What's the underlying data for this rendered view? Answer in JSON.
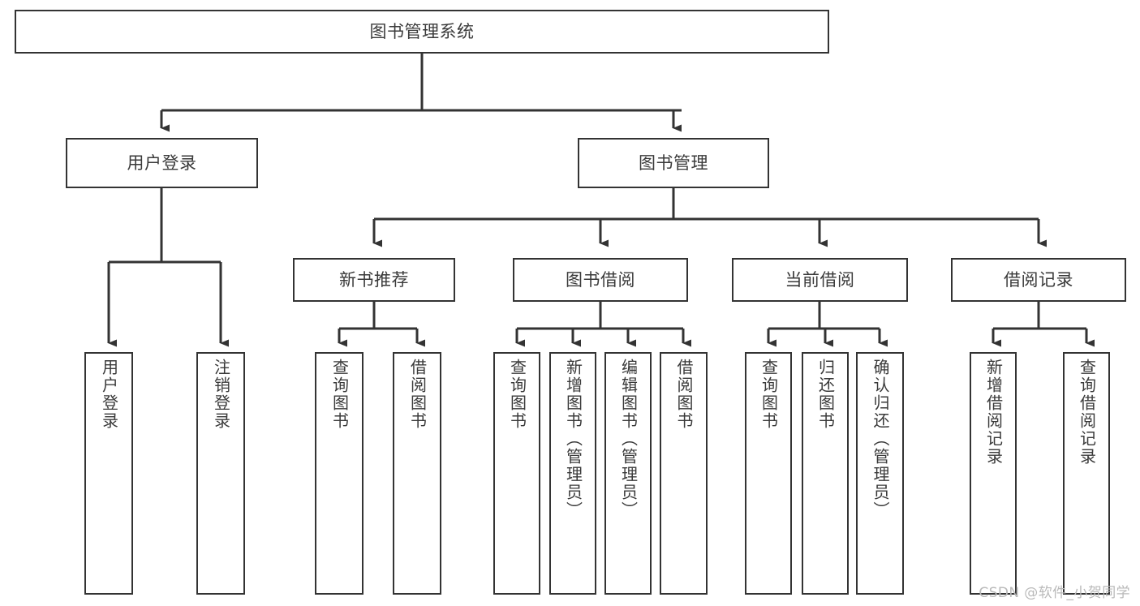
{
  "diagram": {
    "title": "图书管理系统",
    "type": "tree",
    "watermark": "CSDN @软件_小贺同学",
    "colors": {
      "box_border": "#333333",
      "box_fill": "#ffffff",
      "edge": "#333333",
      "text": "#3a3a3a",
      "watermark": "#b9b9b9",
      "background": "#ffffff"
    },
    "nodes": {
      "root": {
        "label": "图书管理系统"
      },
      "level2": [
        {
          "id": "user-login",
          "label": "用户登录"
        },
        {
          "id": "book-manage",
          "label": "图书管理"
        }
      ],
      "level3": [
        {
          "id": "new-book-recommend",
          "label": "新书推荐"
        },
        {
          "id": "book-borrow",
          "label": "图书借阅"
        },
        {
          "id": "current-borrow",
          "label": "当前借阅"
        },
        {
          "id": "borrow-record",
          "label": "借阅记录"
        }
      ],
      "leaves": [
        {
          "id": "leaf-user-login",
          "label": "用户登录",
          "parent": "user-login"
        },
        {
          "id": "leaf-logout-login",
          "label": "注销登录",
          "parent": "user-login"
        },
        {
          "id": "leaf-query-book-1",
          "label": "查询图书",
          "parent": "new-book-recommend"
        },
        {
          "id": "leaf-borrow-book-1",
          "label": "借阅图书",
          "parent": "new-book-recommend"
        },
        {
          "id": "leaf-query-book-2",
          "label": "查询图书",
          "parent": "book-borrow"
        },
        {
          "id": "leaf-add-book",
          "label": "新增图书（管理员）",
          "parent": "book-borrow"
        },
        {
          "id": "leaf-edit-book",
          "label": "编辑图书（管理员）",
          "parent": "book-borrow"
        },
        {
          "id": "leaf-borrow-book-2",
          "label": "借阅图书",
          "parent": "book-borrow"
        },
        {
          "id": "leaf-query-book-3",
          "label": "查询图书",
          "parent": "current-borrow"
        },
        {
          "id": "leaf-return-book",
          "label": "归还图书",
          "parent": "current-borrow"
        },
        {
          "id": "leaf-confirm-return",
          "label": "确认归还（管理员）",
          "parent": "current-borrow"
        },
        {
          "id": "leaf-add-record",
          "label": "新增借阅记录",
          "parent": "borrow-record"
        },
        {
          "id": "leaf-query-record",
          "label": "查询借阅记录",
          "parent": "borrow-record"
        }
      ]
    }
  }
}
